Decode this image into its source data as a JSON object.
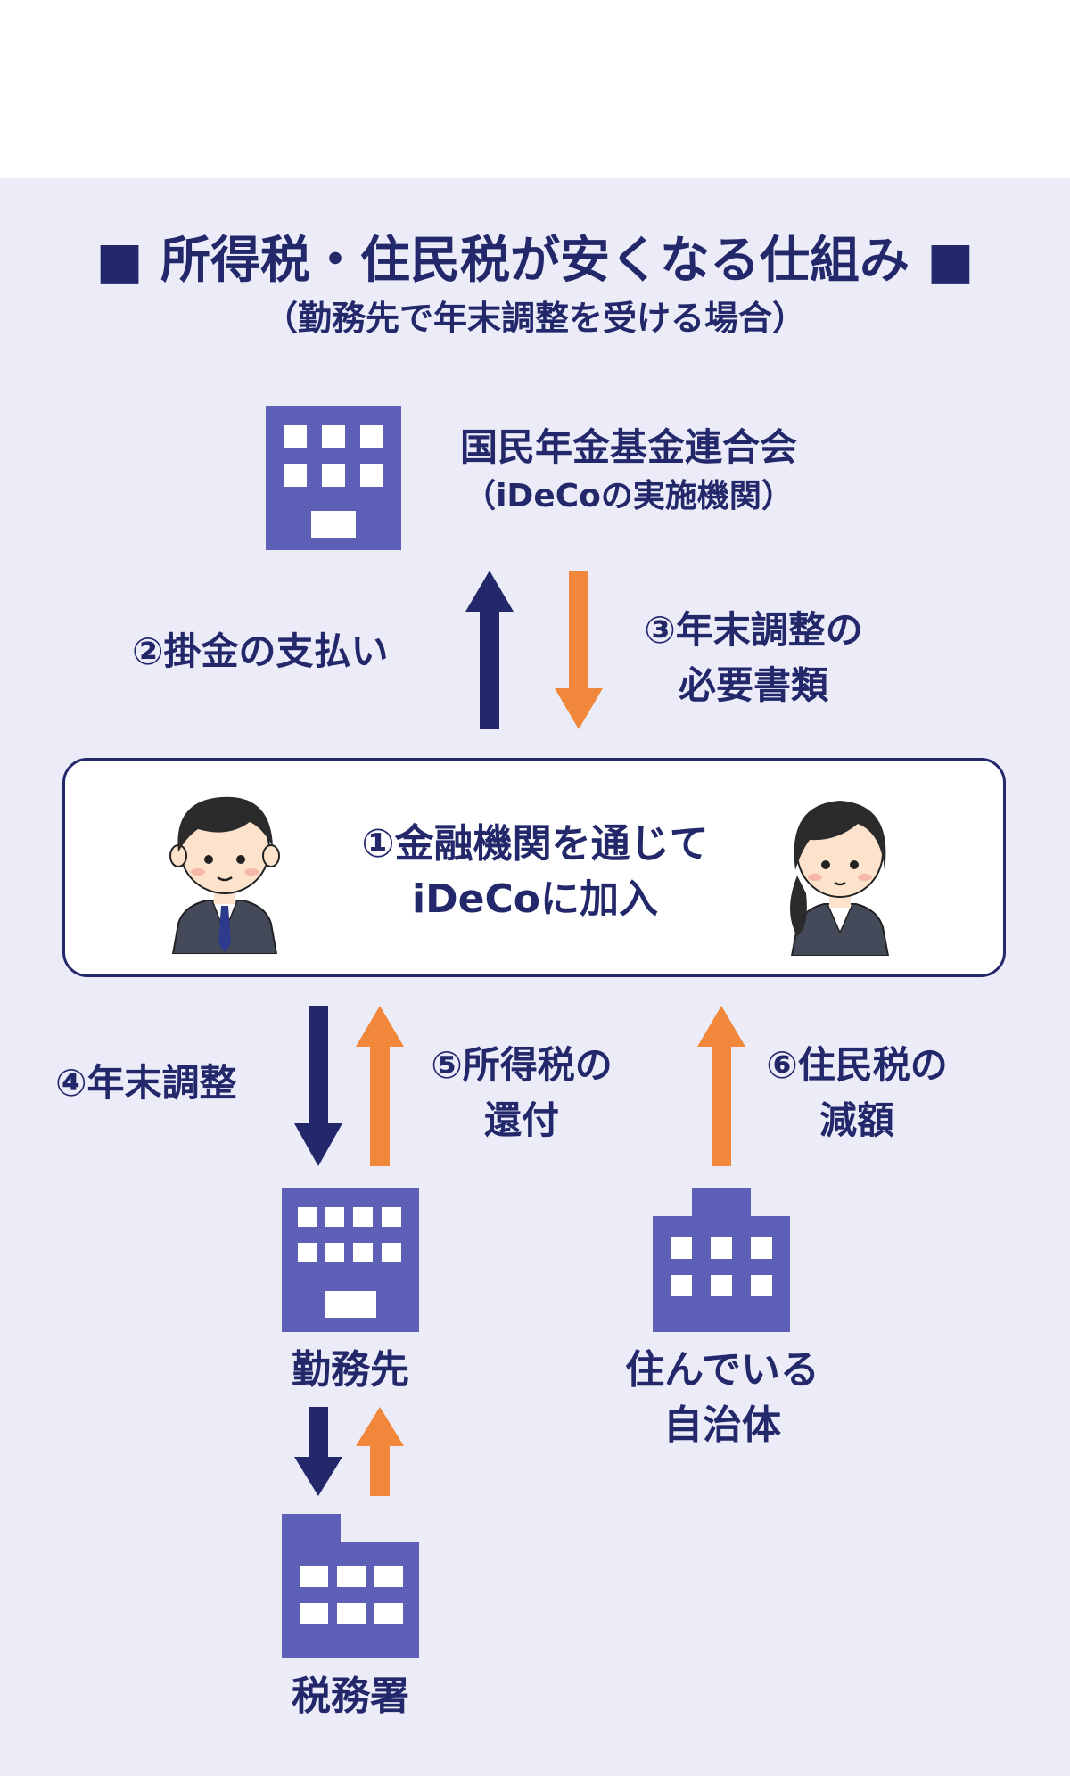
{
  "title": "■ 所得税・住民税が安くなる仕組み ■",
  "subtitle": "（勤務先で年末調整を受ける場合）",
  "nodes": {
    "fund": {
      "line1": "国民年金基金連合会",
      "line2": "（iDeCoの実施機関）"
    },
    "subscriber": {
      "line1": "①金融機関を通じて",
      "line2": "iDeCoに加入"
    },
    "employer": {
      "label": "勤務先"
    },
    "municipality": {
      "line1": "住んでいる",
      "line2": "自治体"
    },
    "tax_office": {
      "label": "税務署"
    }
  },
  "flows": {
    "payment": "②掛金の支払い",
    "documents": {
      "line1": "③年末調整の",
      "line2": "必要書類"
    },
    "year_end": "④年末調整",
    "refund": {
      "line1": "⑤所得税の",
      "line2": "還付"
    },
    "reduction": {
      "line1": "⑥住民税の",
      "line2": "減額"
    }
  },
  "colors": {
    "navy": "#23286b",
    "orange": "#f0873a",
    "building": "#5e60b8",
    "panel": "#ececf9"
  }
}
